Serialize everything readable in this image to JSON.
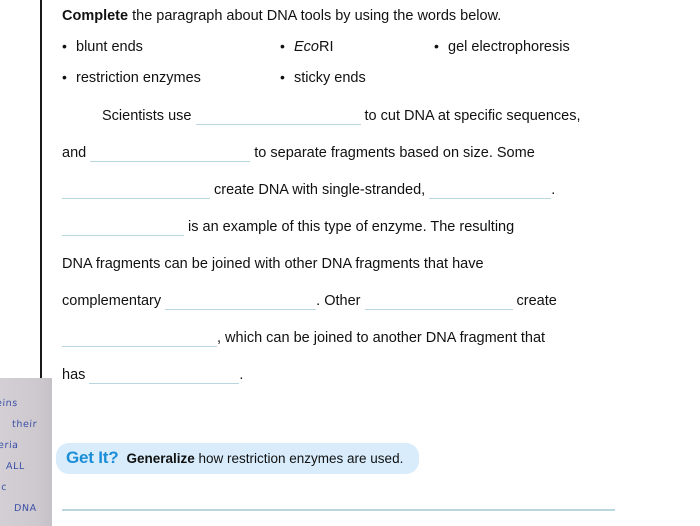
{
  "worksheet": {
    "prompt": {
      "directive": "Complete",
      "rest": " the paragraph about DNA tools by using the words below."
    },
    "word_bank": [
      {
        "bullet": "•",
        "text": "blunt ends",
        "italic_prefix": ""
      },
      {
        "bullet": "•",
        "text": "EcoRI",
        "italic_prefix": "Eco",
        "roman_suffix": "RI"
      },
      {
        "bullet": "•",
        "text": "gel electrophoresis",
        "italic_prefix": ""
      },
      {
        "bullet": "•",
        "text": "restriction enzymes",
        "italic_prefix": ""
      },
      {
        "bullet": "•",
        "text": "sticky ends",
        "italic_prefix": ""
      }
    ],
    "paragraph_lines": [
      {
        "segments": [
          {
            "type": "indent"
          },
          {
            "type": "text",
            "value": "Scientists use "
          },
          {
            "type": "blank",
            "width": 165
          },
          {
            "type": "text",
            "value": " to cut DNA at specific sequences,"
          }
        ]
      },
      {
        "segments": [
          {
            "type": "text",
            "value": "and "
          },
          {
            "type": "blank",
            "width": 160
          },
          {
            "type": "text",
            "value": " to separate fragments based on size. Some"
          }
        ]
      },
      {
        "segments": [
          {
            "type": "blank",
            "width": 148
          },
          {
            "type": "text",
            "value": " create DNA with single-stranded, "
          },
          {
            "type": "blank",
            "width": 122
          },
          {
            "type": "text",
            "value": "."
          }
        ]
      },
      {
        "segments": [
          {
            "type": "blank",
            "width": 122
          },
          {
            "type": "text",
            "value": " is an example of this type of enzyme. The resulting"
          }
        ]
      },
      {
        "segments": [
          {
            "type": "text",
            "value": "DNA fragments can be joined with other DNA fragments that have"
          }
        ]
      },
      {
        "segments": [
          {
            "type": "text",
            "value": "complementary "
          },
          {
            "type": "blank",
            "width": 151
          },
          {
            "type": "text",
            "value": ". Other "
          },
          {
            "type": "blank",
            "width": 148
          },
          {
            "type": "text",
            "value": " create"
          }
        ]
      },
      {
        "segments": [
          {
            "type": "blank",
            "width": 155
          },
          {
            "type": "text",
            "value": ", which can be joined to another DNA fragment that"
          }
        ]
      },
      {
        "segments": [
          {
            "type": "text",
            "value": "has "
          },
          {
            "type": "blank",
            "width": 150
          },
          {
            "type": "text",
            "value": "."
          }
        ]
      }
    ],
    "get_it": {
      "label": "Get It?",
      "task_directive": "Generalize",
      "task_rest": " how restriction enzymes are used."
    },
    "margin_note": {
      "lines": [
        "eins",
        "their",
        "eria",
        "ALL",
        "ic",
        "DNA"
      ]
    },
    "colors": {
      "blank_rule": "#b9d7de",
      "get_it_blue": "#1c8ed8",
      "get_it_pill": "#d8ecfb",
      "gutter_rule": "#1a1a1a",
      "note_panel": "#cfcbd0",
      "note_ink": "#3b4fa8"
    }
  }
}
